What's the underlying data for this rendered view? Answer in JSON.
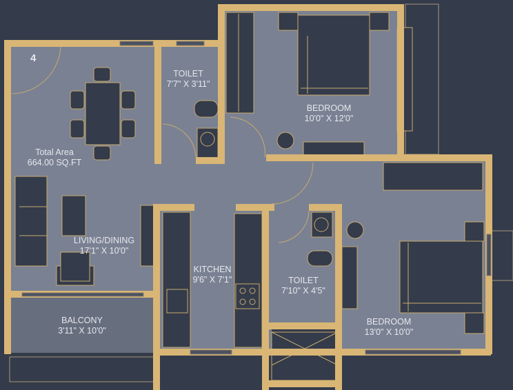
{
  "plan": {
    "unit_number": "4",
    "total_area_label": "Total Area",
    "total_area_value": "664.00 SQ.FT",
    "colors": {
      "background": "#343b4a",
      "floor": "#7a8192",
      "balcony_floor": "#676e7e",
      "wall": "#d9b675",
      "furniture": "#343b4a",
      "text": "#e6e8ee"
    },
    "rooms": [
      {
        "name": "TOILET",
        "dims": "7'7\" X 3'11\""
      },
      {
        "name": "BEDROOM",
        "dims": "10'0\" X 12'0\""
      },
      {
        "name": "LIVING/DINING",
        "dims": "17'1\" X 10'0\""
      },
      {
        "name": "KITCHEN",
        "dims": "9'6\" X 7'1\""
      },
      {
        "name": "TOILET",
        "dims": "7'10\" X 4'5\""
      },
      {
        "name": "BEDROOM",
        "dims": "13'0\" X 10'0\""
      },
      {
        "name": "BALCONY",
        "dims": "3'11\" X 10'0\""
      }
    ]
  }
}
